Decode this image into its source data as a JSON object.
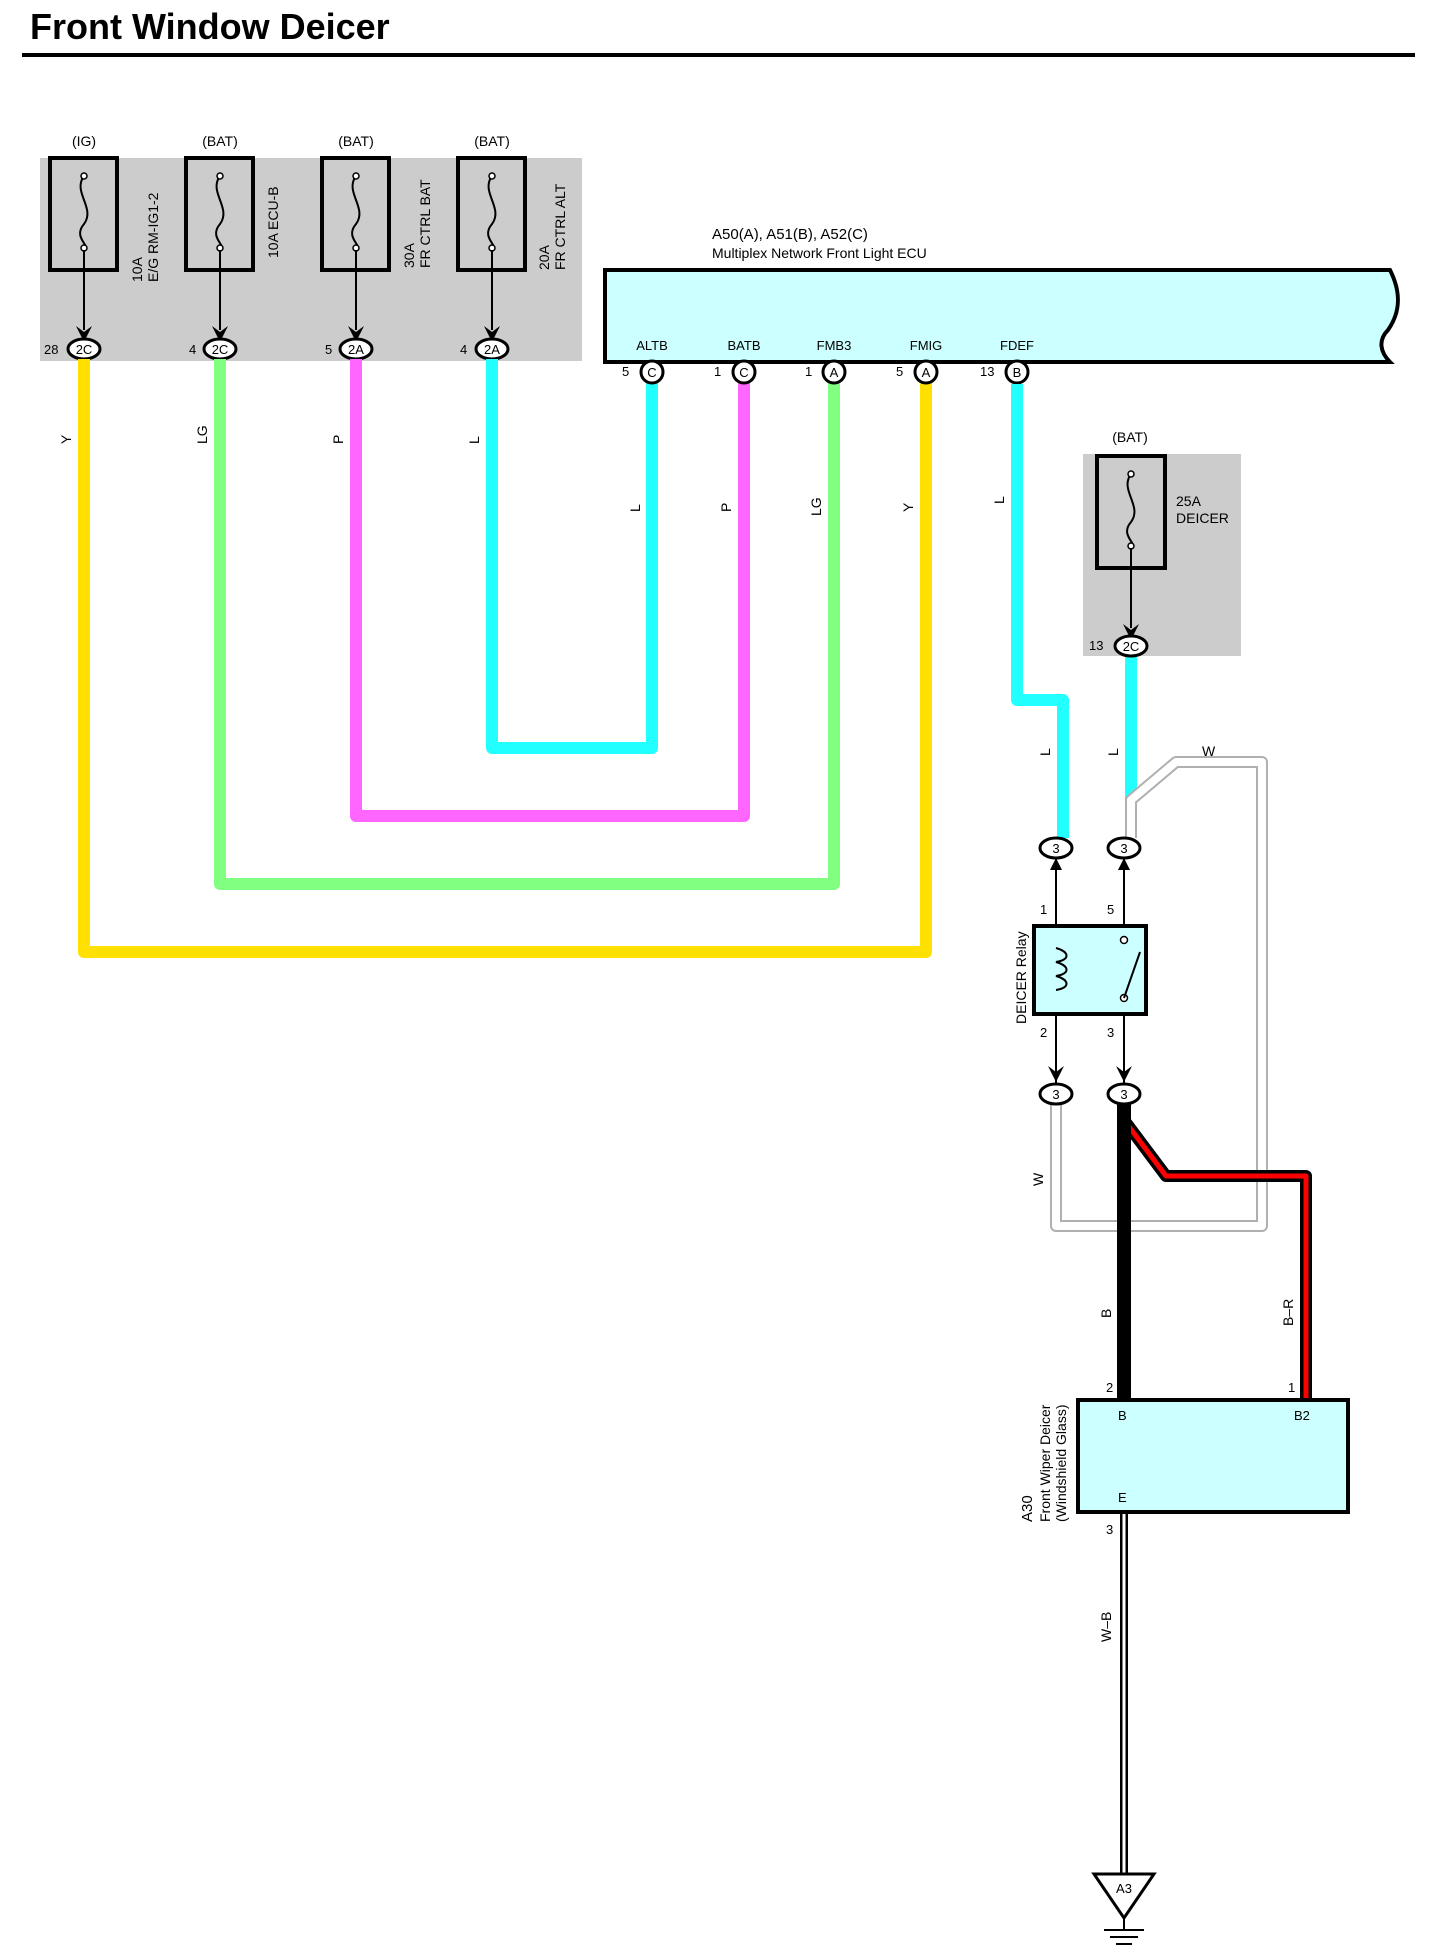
{
  "title": "Front Window Deicer",
  "colors": {
    "Y": "#ffe000",
    "LG": "#80ff80",
    "P": "#ff66ff",
    "L": "#22ffff",
    "W": "#b0b0b0",
    "B": "#000000",
    "R": "#ff0000",
    "ecu_fill": "#ccffff",
    "fuse_panel": "#cccccc"
  },
  "fuses": [
    {
      "source": "(IG)",
      "rating": "10A",
      "name": "E/G RM-IG1-2",
      "pin": "28",
      "connector": "2C"
    },
    {
      "source": "(BAT)",
      "rating": "10A ECU-B",
      "name": "",
      "pin": "4",
      "connector": "2C"
    },
    {
      "source": "(BAT)",
      "rating": "30A",
      "name": "FR CTRL BAT",
      "pin": "5",
      "connector": "2A"
    },
    {
      "source": "(BAT)",
      "rating": "20A",
      "name": "FR CTRL ALT",
      "pin": "4",
      "connector": "2A"
    }
  ],
  "ecu": {
    "id": "A50(A), A51(B), A52(C)",
    "name": "Multiplex Network Front Light ECU",
    "terminals": [
      {
        "name": "ALTB",
        "pin": "5",
        "connector": "C"
      },
      {
        "name": "BATB",
        "pin": "1",
        "connector": "C"
      },
      {
        "name": "FMB3",
        "pin": "1",
        "connector": "A"
      },
      {
        "name": "FMIG",
        "pin": "5",
        "connector": "A"
      },
      {
        "name": "FDEF",
        "pin": "13",
        "connector": "B"
      }
    ]
  },
  "wire_labels": {
    "y": "Y",
    "lg": "LG",
    "p": "P",
    "l": "L",
    "w": "W",
    "b": "B",
    "br": "B–R",
    "wb": "W–B"
  },
  "deicer_fuse": {
    "source": "(BAT)",
    "rating": "25A",
    "name": "DEICER",
    "pin": "13",
    "connector": "2C"
  },
  "relay": {
    "name": "DEICER Relay",
    "connector": "3",
    "pins": {
      "p1": "1",
      "p5": "5",
      "p2": "2",
      "p3": "3"
    }
  },
  "deicer": {
    "id": "A30",
    "name": "Front Wiper Deicer",
    "sub": "(Windshield Glass)",
    "terminal_b": "B",
    "terminal_b2": "B2",
    "terminal_e": "E",
    "pin_b": "2",
    "pin_b2": "1",
    "pin_e": "3"
  },
  "ground": {
    "id": "A3"
  }
}
